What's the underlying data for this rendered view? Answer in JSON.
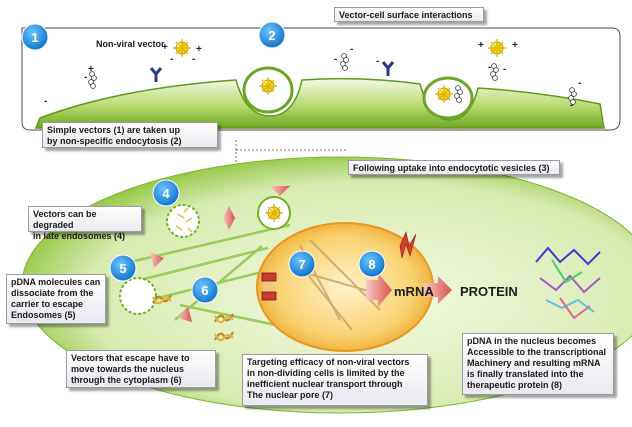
{
  "colors": {
    "membrane_green": "#7fba2a",
    "cytoplasm_light": "#e6f2c8",
    "nucleus_orange": "#f6c24e",
    "step_blue": "#1e90e8",
    "arrow_pink": "#e88a84"
  },
  "header": {
    "title": "Vector-cell surface interactions"
  },
  "labels": {
    "non_viral_vector": "Non-viral vector",
    "mrna": "mRNA",
    "protein": "PROTEIN"
  },
  "steps": [
    "1",
    "2",
    "4",
    "5",
    "6",
    "7",
    "8"
  ],
  "callouts": {
    "c1": "Simple vectors (1) are taken up\nby non-specific endocytosis (2)",
    "c3": "Following uptake into endocytotic vesicles (3)",
    "c4": "Vectors can be degraded\nin late endosomes (4)",
    "c5": "pDNA molecules can\ndissociate from the\ncarrier to escape\nEndosomes (5)",
    "c6": "Vectors that escape have to\nmove towards the nucleus\nthrough the cytoplasm (6)",
    "c7": "Targeting efficacy of non-viral vectors\nin non-dividing cells is limited by the\ninefficient nuclear transport through\nThe nuclear pore (7)",
    "c8": "pDNA in the nucleus becomes\nAccessible to the transcriptional\nMachinery and resulting mRNA\nis finally translated into the\ntherapeutic protein (8)"
  },
  "icons": {
    "vector": "spiky-sphere-icon",
    "receptor": "receptor-icon",
    "endosome": "endosome-icon",
    "dna": "dna-fragment-icon",
    "protein": "protein-structure-icon"
  }
}
